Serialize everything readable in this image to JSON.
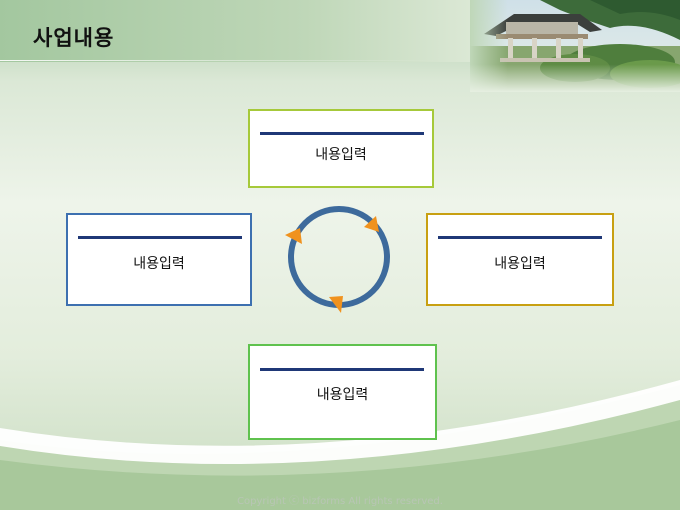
{
  "header": {
    "title": "사업내용"
  },
  "boxes": {
    "top": {
      "label": "내용입력",
      "color": "#a6c93a"
    },
    "left": {
      "label": "내용입력",
      "color": "#3d70b0"
    },
    "right": {
      "label": "내용입력",
      "color": "#c8a012"
    },
    "bottom": {
      "label": "내용입력",
      "color": "#5fc24e"
    }
  },
  "cycle": {
    "ring_color": "#3d6a9c",
    "arrow_color": "#f0921e"
  },
  "footer": {
    "copyright": "Copyright ⓒ bizforms All rights reserved."
  }
}
